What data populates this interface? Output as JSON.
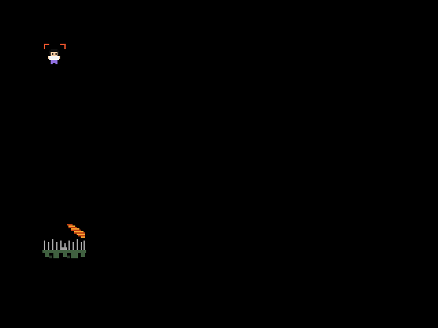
{
  "scene": {
    "background_color": "#000000",
    "sprites": [
      {
        "name": "character-sprite",
        "icon": "pixel-character-icon",
        "has_selection_brackets": true
      },
      {
        "name": "fire-sprite",
        "icon": "flame-icon"
      },
      {
        "name": "grass-sprite",
        "icon": "grass-patch-icon"
      }
    ]
  },
  "colors": {
    "bracket": "#e0502a",
    "skin": "#f0c8a0",
    "hair": "#101010",
    "shirt": "#f4f4f4",
    "pants": "#9070e0",
    "flame_light": "#f4a030",
    "flame_dark": "#c04010",
    "grass_gray": "#a0a0a0",
    "grass_green": "#406040"
  }
}
